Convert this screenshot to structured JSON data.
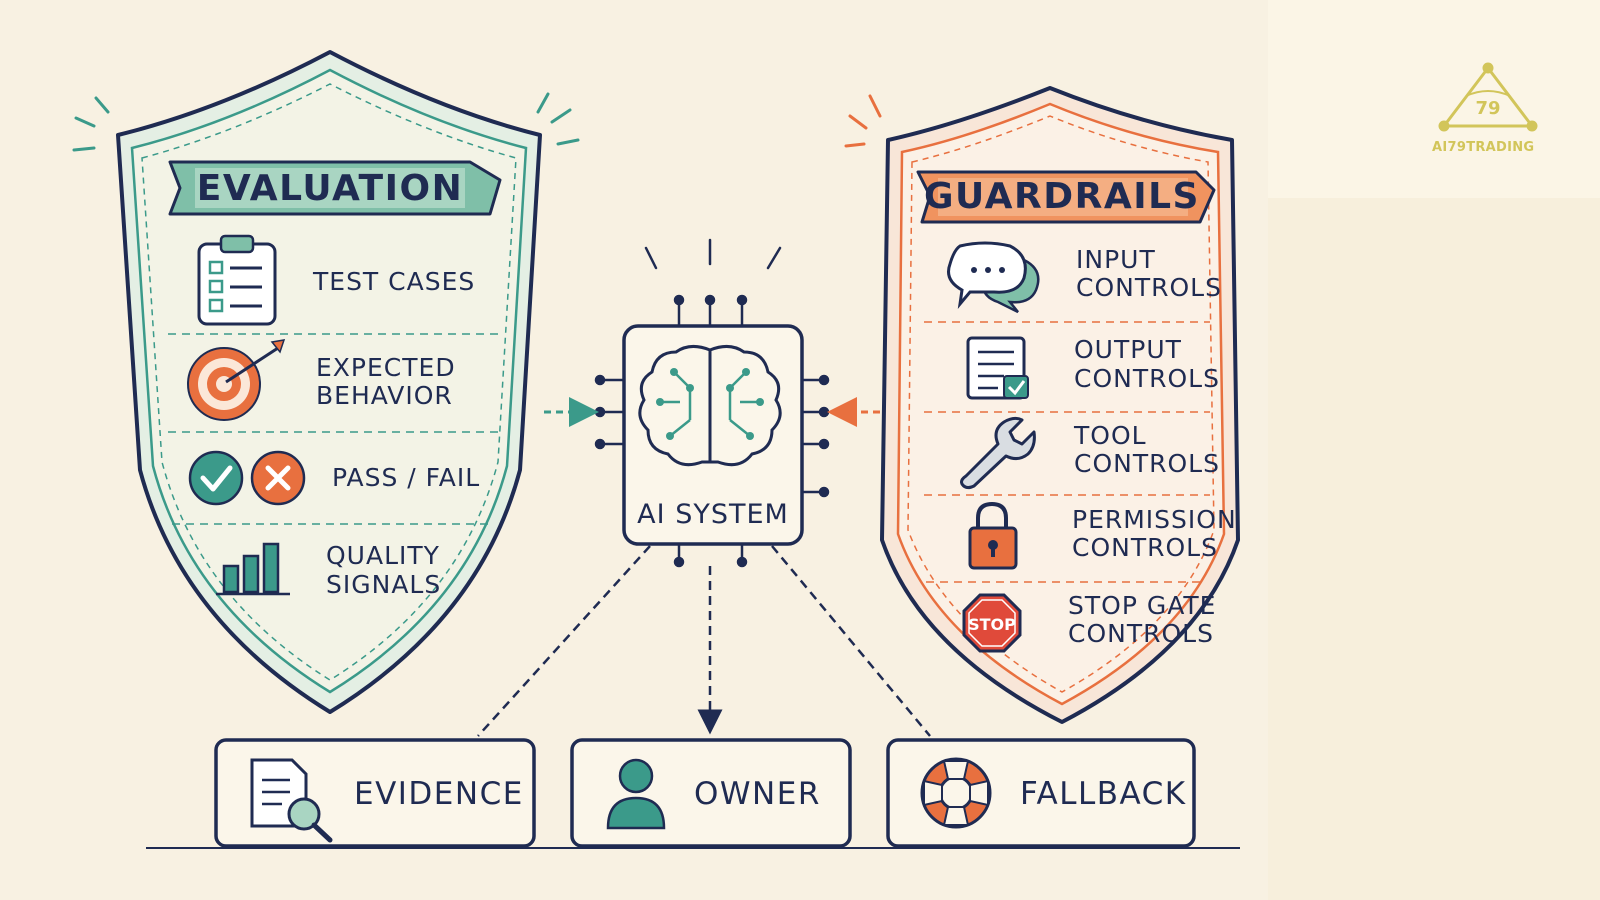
{
  "evaluation": {
    "title": "EVALUATION",
    "items": [
      {
        "lines": [
          "TEST CASES"
        ],
        "icon": "clipboard-checklist-icon"
      },
      {
        "lines": [
          "EXPECTED",
          "BEHAVIOR"
        ],
        "icon": "target-arrow-icon"
      },
      {
        "lines": [
          "PASS / FAIL"
        ],
        "icon": "pass-fail-icon"
      },
      {
        "lines": [
          "QUALITY",
          "SIGNALS"
        ],
        "icon": "bar-chart-icon"
      }
    ],
    "color": "#3b9a8a"
  },
  "guardrails": {
    "title": "GUARDRAILS",
    "items": [
      {
        "lines": [
          "INPUT",
          "CONTROLS"
        ],
        "icon": "chat-bubbles-icon"
      },
      {
        "lines": [
          "OUTPUT",
          "CONTROLS"
        ],
        "icon": "document-check-icon"
      },
      {
        "lines": [
          "TOOL",
          "CONTROLS"
        ],
        "icon": "wrench-icon"
      },
      {
        "lines": [
          "PERMISSION",
          "CONTROLS"
        ],
        "icon": "padlock-icon"
      },
      {
        "lines": [
          "STOP GATE",
          "CONTROLS"
        ],
        "icon": "stop-sign-icon"
      }
    ],
    "stop_sign_text": "STOP",
    "color": "#e8703f"
  },
  "center": {
    "label": "AI SYSTEM",
    "icon": "brain-chip-icon"
  },
  "bottom": [
    {
      "label": "EVIDENCE",
      "icon": "document-magnifier-icon"
    },
    {
      "label": "OWNER",
      "icon": "person-icon"
    },
    {
      "label": "FALLBACK",
      "icon": "lifebuoy-icon"
    }
  ],
  "logo": {
    "number": "79",
    "text": "AI79TRADING"
  },
  "colors": {
    "navy": "#1f2b52",
    "teal": "#3b9a8a",
    "orange": "#e8703f",
    "background": "#f8f1e2",
    "logo_gold": "#d2c55a"
  }
}
